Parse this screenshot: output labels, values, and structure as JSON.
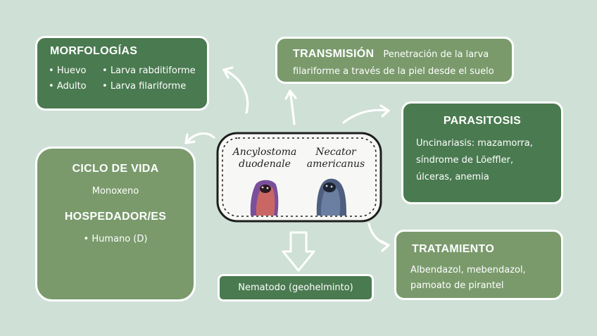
{
  "morfologias": {
    "title": "MORFOLOGÍAS",
    "items": [
      "Huevo",
      "Adulto",
      "Larva rabditiforme",
      "Larva filariforme"
    ]
  },
  "transmision": {
    "title": "TRANSMISIÓN",
    "line1": "Penetración de la larva",
    "line2": "filariforme a través de la piel desde el suelo"
  },
  "parasitosis": {
    "title": "PARASITOSIS",
    "lines": [
      "Uncinariasis: mazamorra,",
      "síndrome de Löeffler,",
      "úlceras, anemia"
    ]
  },
  "ciclo": {
    "title": "CICLO DE VIDA",
    "value": "Monoxeno",
    "host_title": "HOSPEDADOR/ES",
    "host_value": "• Humano (D)"
  },
  "tratamiento": {
    "title": "TRATAMIENTO",
    "lines": [
      "Albendazol, mebendazol,",
      "pamoato de pirantel"
    ]
  },
  "nematodo": {
    "label": "Nematodo (geohelminto)"
  },
  "center": {
    "species1_line1": "Ancylostoma",
    "species1_line2": "duodenale",
    "species2_line1": "Necator",
    "species2_line2": "americanus"
  },
  "colors": {
    "background": "#cfe0d6",
    "dark_green": "#4a7a50",
    "mid_green": "#7a9a6c",
    "white": "#ffffff"
  }
}
